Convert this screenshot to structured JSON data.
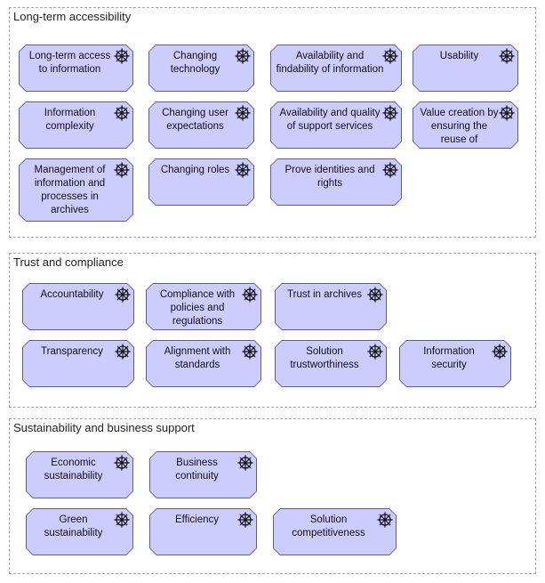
{
  "groups": [
    {
      "title": "Long-term accessibility",
      "elements": [
        {
          "label": "Long-term access to information",
          "icon": "driver-wheel-icon"
        },
        {
          "label": "Changing technology",
          "icon": "driver-wheel-icon"
        },
        {
          "label": "Availability and findability of information",
          "icon": "driver-wheel-icon"
        },
        {
          "label": "Usability",
          "icon": "driver-wheel-icon"
        },
        {
          "label": "Information complexity",
          "icon": "driver-wheel-icon"
        },
        {
          "label": "Changing user expectations",
          "icon": "driver-wheel-icon"
        },
        {
          "label": "Availability and quality of support services",
          "icon": "driver-wheel-icon"
        },
        {
          "label": "Value creation by ensuring the reuse of",
          "icon": "driver-wheel-icon"
        },
        {
          "label": "Management of information and processes in archives",
          "icon": "driver-wheel-icon"
        },
        {
          "label": "Changing roles",
          "icon": "driver-wheel-icon"
        },
        {
          "label": "Prove identities and rights",
          "icon": "driver-wheel-icon"
        }
      ]
    },
    {
      "title": "Trust and compliance",
      "elements": [
        {
          "label": "Accountability",
          "icon": "driver-wheel-icon"
        },
        {
          "label": "Compliance with policies and regulations",
          "icon": "driver-wheel-icon"
        },
        {
          "label": "Trust in archives",
          "icon": "driver-wheel-icon"
        },
        {
          "label": "Transparency",
          "icon": "driver-wheel-icon"
        },
        {
          "label": "Alignment with standards",
          "icon": "driver-wheel-icon"
        },
        {
          "label": "Solution trustworthiness",
          "icon": "driver-wheel-icon"
        },
        {
          "label": "Information security",
          "icon": "driver-wheel-icon"
        }
      ]
    },
    {
      "title": "Sustainability and business support",
      "elements": [
        {
          "label": "Economic sustainability",
          "icon": "driver-wheel-icon"
        },
        {
          "label": "Business continuity",
          "icon": "driver-wheel-icon"
        },
        {
          "label": "Green sustainability",
          "icon": "driver-wheel-icon"
        },
        {
          "label": "Efficiency",
          "icon": "driver-wheel-icon"
        },
        {
          "label": "Solution competitiveness",
          "icon": "driver-wheel-icon"
        }
      ]
    }
  ],
  "colors": {
    "element_fill": "#ccccff",
    "element_border": "#5c5c99",
    "group_border": "#a6a6a6",
    "icon_stroke": "#111111"
  }
}
